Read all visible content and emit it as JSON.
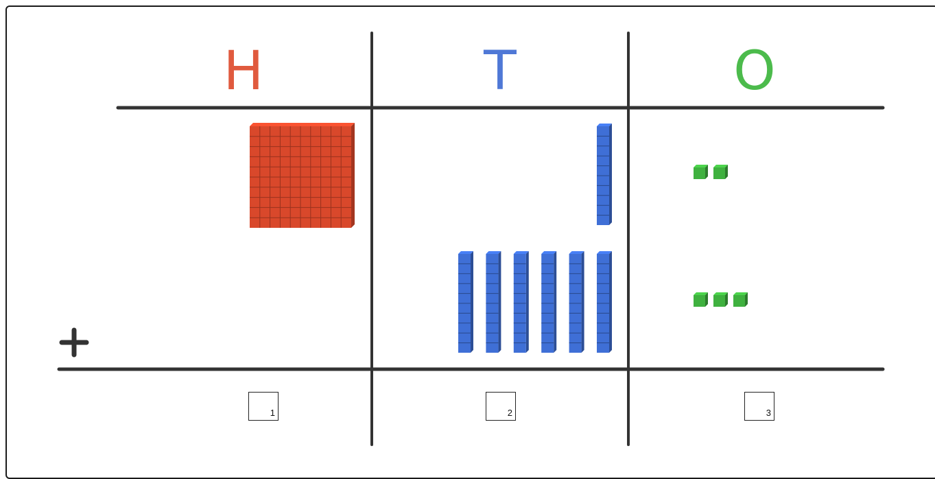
{
  "columns": [
    {
      "key": "H",
      "label": "H",
      "color": "#e05a3e"
    },
    {
      "key": "T",
      "label": "T",
      "color": "#4f78d6"
    },
    {
      "key": "O",
      "label": "O",
      "color": "#4cbb4c"
    }
  ],
  "operator": "+",
  "rows": [
    {
      "hundreds": 1,
      "tens": 1,
      "ones": 2
    },
    {
      "hundreds": 0,
      "tens": 6,
      "ones": 3
    }
  ],
  "answer_boxes": [
    {
      "column": "H",
      "number": "1"
    },
    {
      "column": "T",
      "number": "2"
    },
    {
      "column": "O",
      "number": "3"
    }
  ],
  "block_colors": {
    "hundred": "#d9482b",
    "ten": "#3f6fd6",
    "one": "#3fb13f"
  }
}
